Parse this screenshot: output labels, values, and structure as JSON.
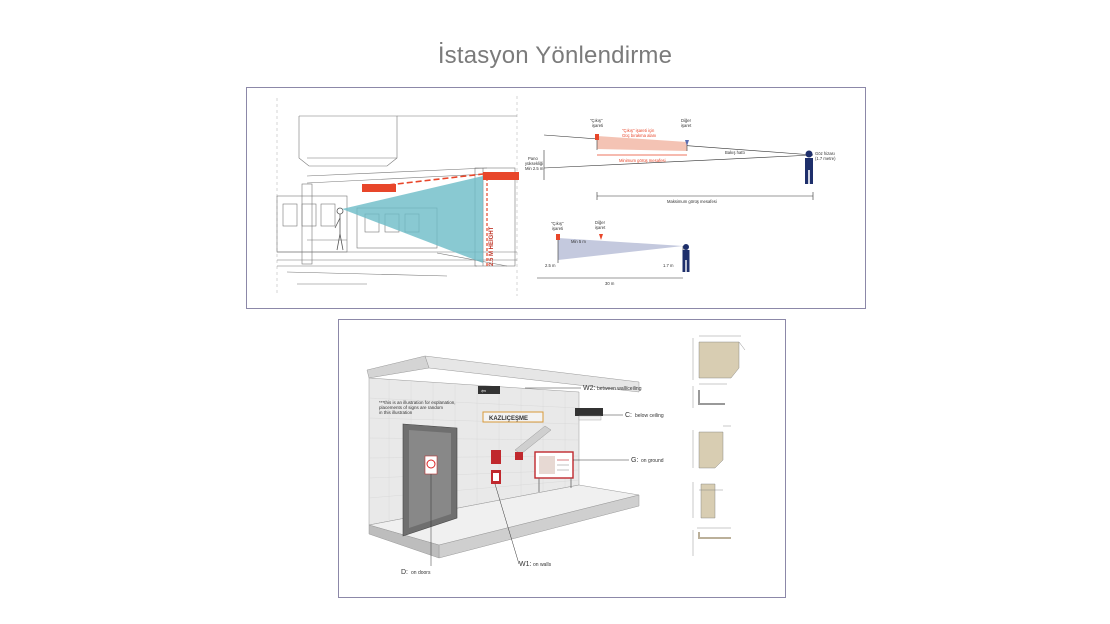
{
  "page_title": "İstasyon Yönlendirme",
  "platform_sketch": {
    "height_label": "2.5 M HEIGHT"
  },
  "viewing_diagram": {
    "exit_sign_label_1": "\"Çıkış\"",
    "exit_sign_label_2": "işareti",
    "other_sign_label_1": "Diğer",
    "other_sign_label_2": "işaret",
    "note_line_1": "\"Çıkış\" işareti için",
    "note_line_2": "Güç bırakma alanı",
    "min_distance": "Minimum görüş mesafesi",
    "view_line": "Bakış hattı",
    "eye_height_1": "Göz hizası",
    "eye_height_2": "(1.7 metre)",
    "panel_height_1": "Pano",
    "panel_height_2": "yüksekliği",
    "panel_height_3": "Min 2.5 m",
    "max_distance": "Maksimum görüş mesafesi"
  },
  "simple_diagram": {
    "exit_label_1": "\"Çıkış\"",
    "exit_label_2": "işareti",
    "other_label_1": "Diğer",
    "other_label_2": "işaret",
    "min_label": "Min 5 m",
    "left_height": "2.5 m",
    "right_height": "1.7 m",
    "distance": "30 m"
  },
  "station_illustration": {
    "station_name": "KAZLIÇEŞME",
    "note_1": "***this is an illustration for explanation,",
    "note_2": "placements of signs are random",
    "note_3": "in this illustration",
    "w2_code": "W2:",
    "w2_text": "between wall/ceiling",
    "c_code": "C:",
    "c_text": "below ceiling",
    "g_code": "G:",
    "g_text": "on ground",
    "w1_code": "W1:",
    "w1_text": "on walls",
    "d_code": "D:",
    "d_text": "on doors"
  },
  "colors": {
    "accent_red": "#e8462a",
    "teal": "#6bbcc7",
    "figure_navy": "#1e2f6b",
    "panel_border": "#8c88a8",
    "sign_tan": "#d8cdb2"
  }
}
